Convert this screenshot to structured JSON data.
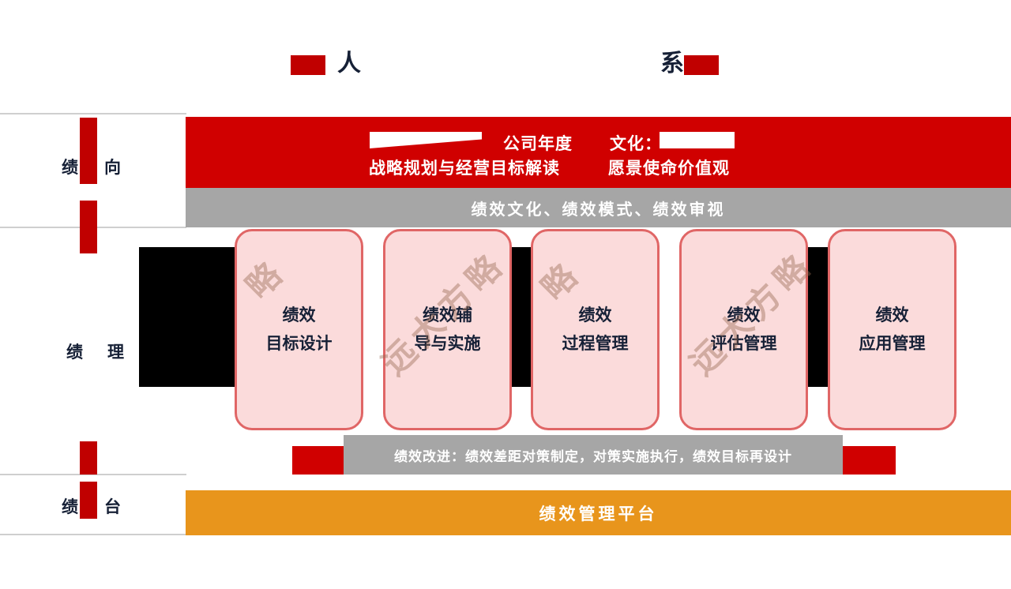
{
  "title": {
    "fragment_left": "人",
    "fragment_right": "系"
  },
  "left_axis": {
    "rows": [
      {
        "fragment_left": "绩",
        "fragment_right": "向"
      },
      {
        "fragment_left": "绩",
        "fragment_right": "理"
      },
      {
        "fragment_left": "绩",
        "fragment_right": "台"
      }
    ]
  },
  "strategy_banner": {
    "column1": {
      "line1": "公司年度",
      "line2": "战略规划与经营目标解读"
    },
    "column2": {
      "line1": "文化：",
      "line2": "愿景使命价值观"
    }
  },
  "culture_bar": {
    "text": "绩效文化、绩效模式、绩效审视"
  },
  "process_boxes": [
    {
      "line1": "绩效",
      "line2": "目标设计"
    },
    {
      "line1": "绩效辅",
      "line2": "导与实施"
    },
    {
      "line1": "绩效",
      "line2": "过程管理"
    },
    {
      "line1": "绩效",
      "line2": "评估管理"
    },
    {
      "line1": "绩效",
      "line2": "应用管理"
    }
  ],
  "improvement_bar": {
    "text": "绩效改进：绩效差距对策制定，对策实施执行，绩效目标再设计"
  },
  "platform_bar": {
    "text": "绩效管理平台"
  },
  "watermark": {
    "text": "远大方略",
    "partial": "略"
  },
  "colors": {
    "red": "#D00000",
    "dark_red": "#C00000",
    "gray": "#A6A6A6",
    "orange": "#E8951C",
    "box_fill": "#FBDBDB",
    "box_border": "#E06666",
    "text_dark": "#162036"
  }
}
